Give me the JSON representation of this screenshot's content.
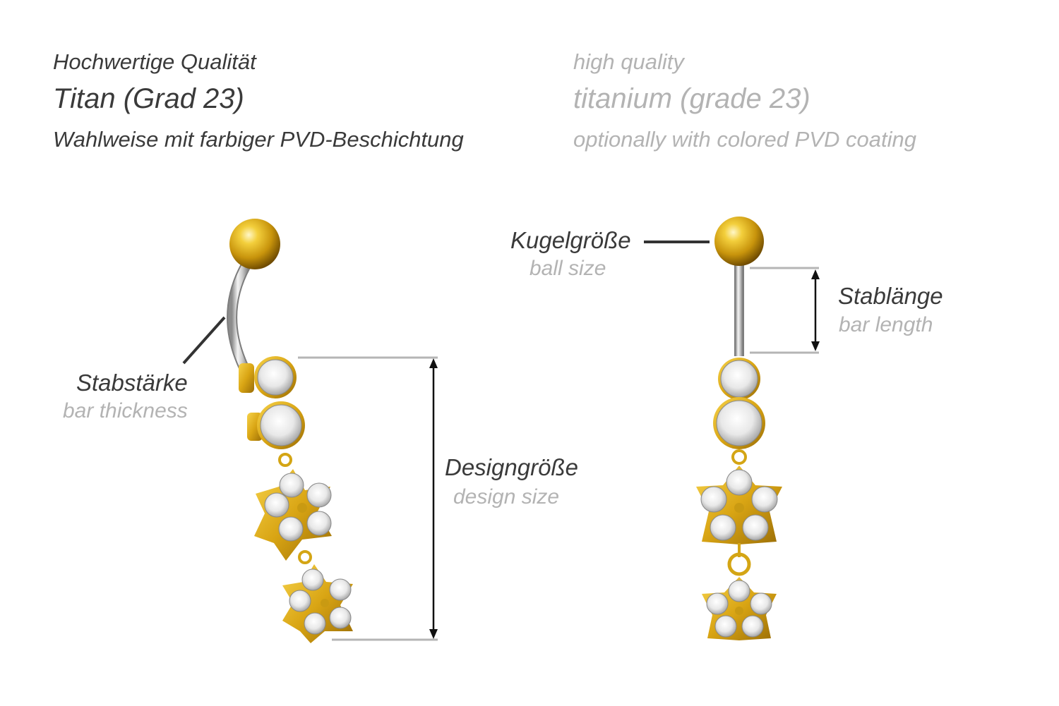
{
  "header": {
    "de": {
      "line1": "Hochwertige Qualität",
      "line2": "Titan (Grad 23)",
      "line3": "Wahlweise mit farbiger PVD-Beschichtung"
    },
    "en": {
      "line1": "high quality",
      "line2": "titanium (grade 23)",
      "line3": "optionally with colored PVD coating"
    }
  },
  "labels": {
    "bar_thickness": {
      "de": "Stabstärke",
      "en": "bar thickness"
    },
    "design_size": {
      "de": "Designgröße",
      "en": "design size"
    },
    "ball_size": {
      "de": "Kugelgröße",
      "en": "ball size"
    },
    "bar_length": {
      "de": "Stablänge",
      "en": "bar length"
    }
  },
  "colors": {
    "text_de": "#3a3a3a",
    "text_en": "#b3b3b3",
    "gold": "#e0b420",
    "steel": "#c8c8c8",
    "guide_line": "#b5b5b5"
  }
}
